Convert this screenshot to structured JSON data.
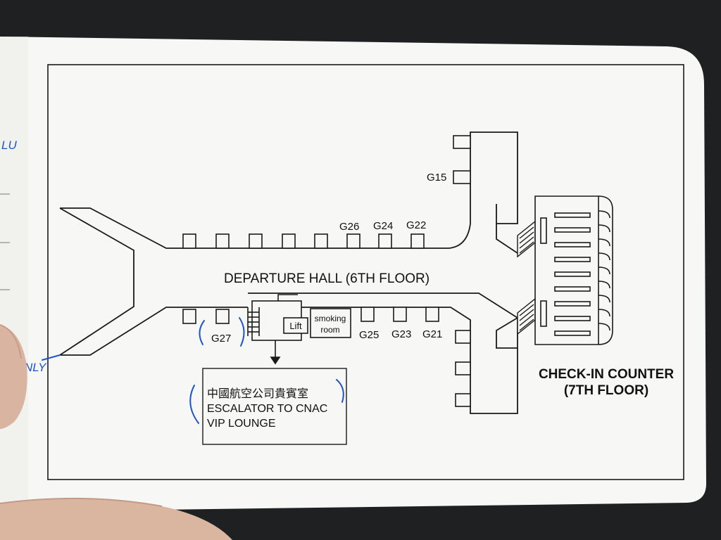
{
  "map": {
    "hall_label": "DEPARTURE HALL (6TH FLOOR)",
    "checkin_line1": "CHECK-IN COUNTER",
    "checkin_line2": "(7TH FLOOR)",
    "gates": [
      "G15",
      "G26",
      "G24",
      "G22",
      "G27",
      "G25",
      "G23",
      "G21"
    ],
    "lift_label": "Lift",
    "smoking_line1": "smoking",
    "smoking_line2": "room",
    "lounge_line1": "中國航空公司貴賓室",
    "lounge_line2": "ESCALATOR TO CNAC",
    "lounge_line3": "VIP LOUNGE"
  },
  "handwriting": {
    "top_left": "LU",
    "bottom_left": "NLY"
  },
  "colors": {
    "card": "#f7f7f5",
    "ink": "#1a1a1a",
    "pen": "#1d55c8",
    "background": "#1f2022"
  }
}
